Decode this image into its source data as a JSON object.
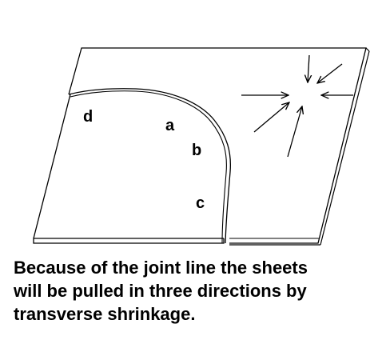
{
  "labels": {
    "a": "a",
    "b": "b",
    "c": "c",
    "d": "d"
  },
  "caption": {
    "line1": "Because of the joint line the sheets",
    "line2": "will be pulled in three directions by",
    "line3": "transverse shrinkage."
  },
  "colors": {
    "ink": "#000000",
    "background": "#ffffff"
  }
}
